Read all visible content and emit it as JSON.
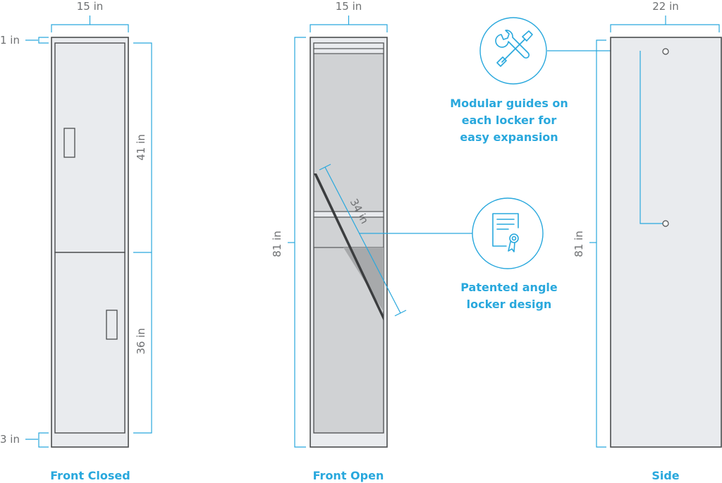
{
  "dimensions": {
    "front_closed_width": "15 in",
    "front_open_width": "15 in",
    "side_width": "22 in",
    "top_gap": "1 in",
    "bottom_gap": "3 in",
    "upper_door": "41 in",
    "lower_door": "36 in",
    "front_open_height": "81 in",
    "side_height": "81 in",
    "angle_panel": "34 in"
  },
  "features": {
    "modular": {
      "icon": "wrench-screwdriver-icon",
      "lines": [
        "Modular guides on",
        "each locker for",
        "easy expansion"
      ]
    },
    "patent": {
      "icon": "certificate-icon",
      "lines": [
        "Patented angle",
        "locker design"
      ]
    }
  },
  "captions": {
    "front_closed": "Front Closed",
    "front_open": "Front Open",
    "side": "Side"
  },
  "colors": {
    "accent": "#29a8dd",
    "outline": "#4a4c4e",
    "fill": "#e9ebee",
    "interior": "#d0d2d4",
    "dark_band": "#a7a9ab",
    "text": "#6f7173"
  }
}
